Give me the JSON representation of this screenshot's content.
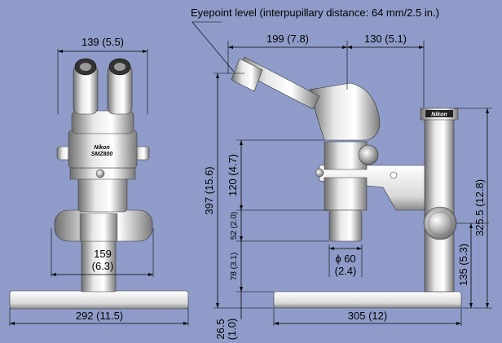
{
  "header": {
    "eyepoint_note": "Eyepoint level (interpupillary distance: 64 mm/2.5 in.)"
  },
  "front_view": {
    "top_width": "139 (5.5)",
    "column_width_mm": "159",
    "column_width_in": "(6.3)",
    "base_width": "292 (11.5)",
    "brand_text": "Nikon",
    "model_text": "SMZ800"
  },
  "side_view": {
    "eyepiece_offset": "199 (7.8)",
    "body_to_pole": "130 (5.1)",
    "total_height": "397 (15.6)",
    "body_height": "120 (4.7)",
    "objective_height": "52 (2.0)",
    "working_height": "78 (3.1)",
    "objective_dia": "ϕ 60",
    "objective_dia_in": "(2.4)",
    "base_depth": "305 (12)",
    "base_thickness_mm": "26.5",
    "base_thickness_in": "(1.0)",
    "pole_height": "325.5 (12.8)",
    "focus_knob_height": "135 (5.3)",
    "stand_brand": "Nikon"
  }
}
